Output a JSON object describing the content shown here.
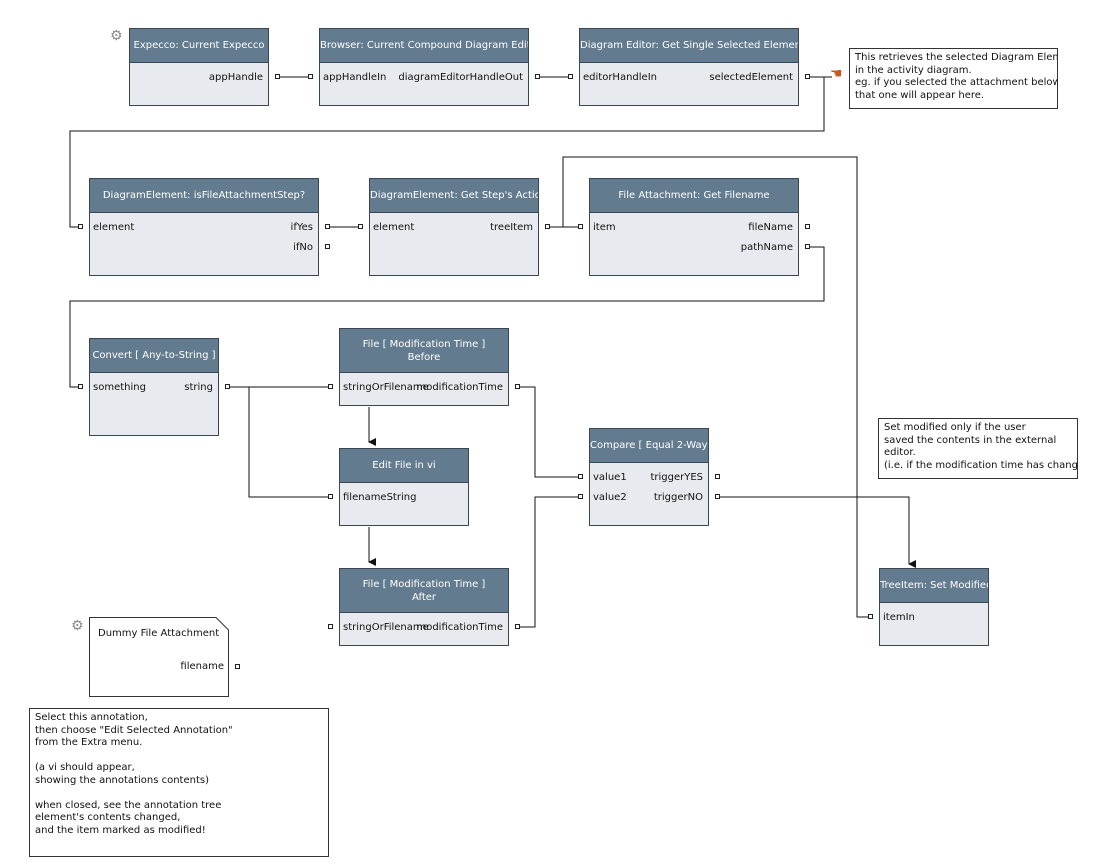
{
  "blocks": [
    {
      "id": "expecco",
      "title": "Expecco: Current Expecco",
      "outputs": [
        "appHandle"
      ]
    },
    {
      "id": "browser",
      "title": "Browser: Current Compound Diagram Editor",
      "inputs": [
        "appHandleIn"
      ],
      "outputs": [
        "diagramEditorHandleOut"
      ]
    },
    {
      "id": "diagramEditor",
      "title": "Diagram Editor: Get Single Selected Element",
      "inputs": [
        "editorHandleIn"
      ],
      "outputs": [
        "selectedElement"
      ]
    },
    {
      "id": "isFileAttachment",
      "title": "DiagramElement: isFileAttachmentStep?",
      "inputs": [
        "element"
      ],
      "outputs": [
        "ifYes",
        "ifNo"
      ]
    },
    {
      "id": "getStepAction",
      "title": "DiagramElement: Get Step's Action",
      "inputs": [
        "element"
      ],
      "outputs": [
        "treeItem"
      ]
    },
    {
      "id": "getFilename",
      "title": "File Attachment: Get Filename",
      "inputs": [
        "item"
      ],
      "outputs": [
        "fileName",
        "pathName"
      ]
    },
    {
      "id": "convert",
      "title": "Convert [ Any-to-String ]",
      "inputs": [
        "something"
      ],
      "outputs": [
        "string"
      ]
    },
    {
      "id": "modTimeBefore",
      "title": "File [ Modification Time ]",
      "subtitle": "Before",
      "inputs": [
        "stringOrFilename"
      ],
      "outputs": [
        "modificationTime"
      ]
    },
    {
      "id": "editFile",
      "title": "Edit File in vi",
      "inputs": [
        "filenameString"
      ]
    },
    {
      "id": "modTimeAfter",
      "title": "File [ Modification Time ]",
      "subtitle": "After",
      "inputs": [
        "stringOrFilename"
      ],
      "outputs": [
        "modificationTime"
      ]
    },
    {
      "id": "compare",
      "title": "Compare [ Equal 2-Way ]",
      "inputs": [
        "value1",
        "value2"
      ],
      "outputs": [
        "triggerYES",
        "triggerNO"
      ]
    },
    {
      "id": "setModified",
      "title": "TreeItem: Set Modified",
      "inputs": [
        "itemIn"
      ]
    }
  ],
  "dummy": {
    "title": "Dummy File Attachment",
    "output": "filename"
  },
  "notes": {
    "retrieve": "This retrieves the selected Diagram Element\nin the activity diagram.\neg. if you selected the attachment below,\nthat one will appear here.",
    "modified": "Set modified only if the user\nsaved the contents in the external\neditor.\n(i.e. if the modification time has changed)",
    "instructions": "Select this annotation,\nthen choose \"Edit Selected Annotation\"\nfrom the Extra menu.\n\n(a vi should appear,\nshowing the annotations contents)\n\nwhen closed, see the annotation tree\nelement's contents changed,\nand the item marked as modified!"
  },
  "icons": {
    "gear": "gear-icon",
    "pointer": "pointing-hand-icon"
  },
  "colors": {
    "header": "#637b8e",
    "body": "#e7ebef",
    "wire": "#111111"
  }
}
